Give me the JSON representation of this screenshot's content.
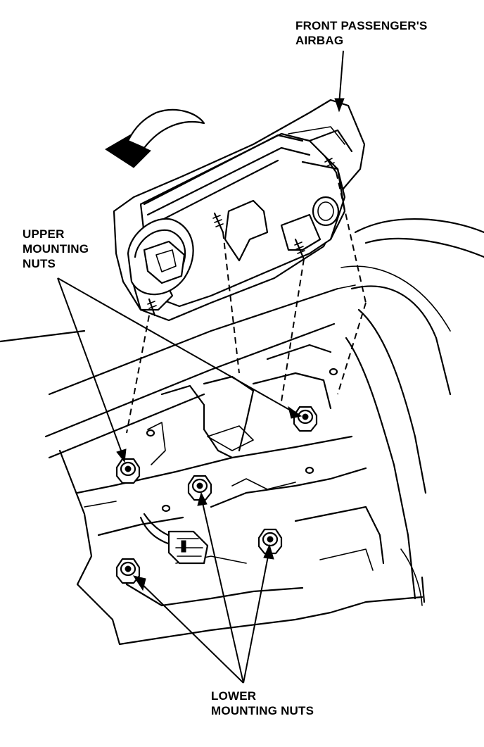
{
  "labels": {
    "airbag_line1": "FRONT PASSENGER'S",
    "airbag_line2": "AIRBAG",
    "upper_line1": "UPPER",
    "upper_line2": "MOUNTING",
    "upper_line3": "NUTS",
    "lower_line1": "LOWER",
    "lower_line2": "MOUNTING NUTS"
  },
  "icons": {
    "rotation_arrow": "rotation-arrow-icon",
    "nut": "hex-flange-nut-icon",
    "connector": "harness-connector-icon"
  },
  "colors": {
    "ink": "#000000",
    "paper": "#ffffff"
  }
}
